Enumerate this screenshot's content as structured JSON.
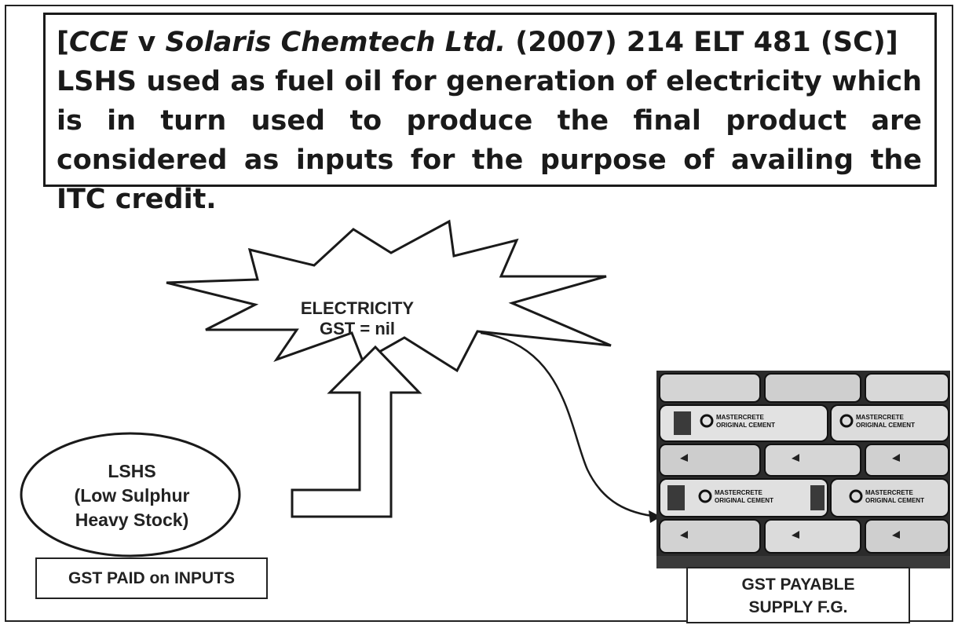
{
  "case_box": {
    "citation": "[CCE v Solaris Chemtech Ltd. (2007) 214 ELT 481 (SC)]",
    "citation_parts": {
      "open": "[",
      "italic_1": "CCE",
      "v": " v ",
      "italic_2": "Solaris Chemtech Ltd.",
      "rest": " (2007) 214 ELT 481 (SC)]"
    },
    "text": "LSHS used as fuel oil for generation of electricity which is in turn used to produce the final product are considered as inputs for the purpose of availing the ITC credit."
  },
  "electricity": {
    "line1": "ELECTRICITY",
    "line2": "GST = nil"
  },
  "lshs": {
    "line1": "LSHS",
    "line2": "(Low Sulphur",
    "line3": "Heavy Stock)"
  },
  "gst_paid_label": "GST PAID on INPUTS",
  "gst_payable": {
    "line1": "GST  PAYABLE",
    "line2": "SUPPLY F.G."
  },
  "cement_bags": {
    "brand_line1": "MASTERCRETE",
    "brand_line2": "ORIGINAL CEMENT"
  },
  "colors": {
    "ink": "#1a1a1a",
    "photo_dark": "#2b2b2b",
    "bag_light": "#d9d9d9"
  }
}
